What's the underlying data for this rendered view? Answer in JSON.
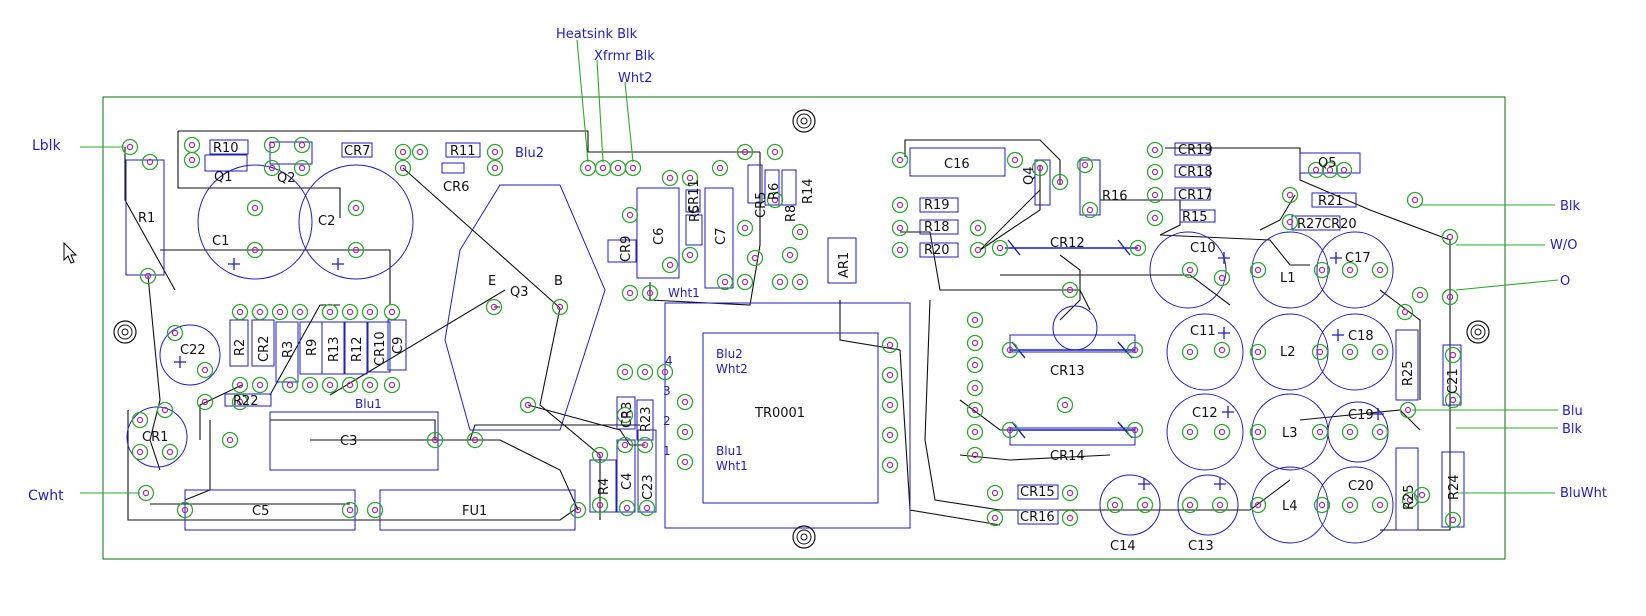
{
  "colors": {
    "board": "#2e8b2e",
    "trace": "#111111",
    "outline": "#1f1fbf",
    "pad_ring": "#2ea82e",
    "pad_hole": "#b0289c",
    "label": "#1f1fbf"
  },
  "external": {
    "l_blk": "Lblk",
    "c_wht": "Cwht",
    "heatsink_blk": "Heatsink Blk",
    "xfrmr_blk": "Xfrmr Blk",
    "wht2": "Wht2",
    "blk_top": "Blk",
    "w_o": "W/O",
    "o": "O",
    "blu": "Blu",
    "blk_mid": "Blk",
    "blu_wht": "BluWht"
  },
  "pins": {
    "blu2": "Blu2",
    "wht1": "Wht1",
    "blu1": "Blu1",
    "blu2_t": "Blu2",
    "wht2_t": "Wht2",
    "blu1_t": "Blu1",
    "wht1_t": "Wht1",
    "p4": "4",
    "p3": "3",
    "p2": "2",
    "p1": "1"
  },
  "refs": {
    "R1": "R1",
    "R10": "R10",
    "Q1": "Q1",
    "Q2": "Q2",
    "CR7": "CR7",
    "R11": "R11",
    "CR6": "CR6",
    "C1": "C1",
    "C2": "C2",
    "Q3": "Q3",
    "E": "E",
    "B": "B",
    "C6": "C6",
    "CR11": "CR11",
    "R5": "R5",
    "C7": "C7",
    "CR5": "CR5",
    "R6": "R6",
    "R8": "R8",
    "R14": "R14",
    "CR9": "CR9",
    "AR1": "AR1",
    "C16": "C16",
    "Q4": "Q4",
    "R16": "R16",
    "CR19": "CR19",
    "CR18": "CR18",
    "CR17": "CR17",
    "R15": "R15",
    "R19": "R19",
    "R18": "R18",
    "R20": "R20",
    "CR12": "CR12",
    "Q5": "Q5",
    "R21": "R21",
    "R27": "R27",
    "CR20": "CR20",
    "C10": "C10",
    "L1": "L1",
    "C17": "C17",
    "C22": "C22",
    "R2": "R2",
    "CR2": "CR2",
    "R3": "R3",
    "R9": "R9",
    "R13": "R13",
    "R12": "R12",
    "CR10": "CR10",
    "C9": "C9",
    "R22": "R22",
    "CR1": "CR1",
    "C3": "C3",
    "C5": "C5",
    "FU1": "FU1",
    "CR3": "CR3",
    "R23": "R23",
    "R4": "R4",
    "C4": "C4",
    "C23": "C23",
    "TR0001": "TR0001",
    "CR13": "CR13",
    "CR14": "CR14",
    "CR15": "CR15",
    "CR16": "CR16",
    "C11": "C11",
    "L2": "L2",
    "C18": "C18",
    "R25a": "R25",
    "C21": "C21",
    "C12": "C12",
    "L3": "L3",
    "C19": "C19",
    "C14": "C14",
    "C13": "C13",
    "L4": "L4",
    "C20": "C20",
    "R25b": "R25",
    "R24": "R24"
  }
}
